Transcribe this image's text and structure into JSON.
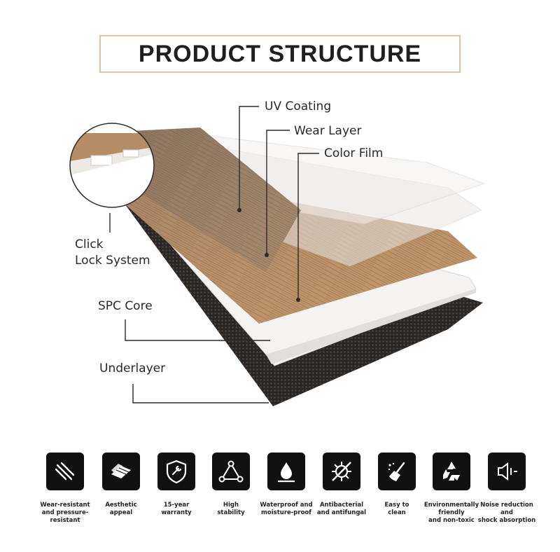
{
  "title": "PRODUCT STRUCTURE",
  "layers": {
    "uv_coating": "UV Coating",
    "wear_layer": "Wear Layer",
    "color_film": "Color Film",
    "click_lock_line1": "Click",
    "click_lock_line2": "Lock System",
    "spc_core": "SPC Core",
    "underlayer": "Underlayer"
  },
  "features": [
    {
      "icon": "scratch-marks-icon",
      "caption": "Wear-resistant\nand pressure-resistant"
    },
    {
      "icon": "planks-icon",
      "caption": "Aesthetic\nappeal"
    },
    {
      "icon": "shield-wrench-icon",
      "caption": "15-year\nwarranty"
    },
    {
      "icon": "triangle-nodes-icon",
      "caption": "High\nstability"
    },
    {
      "icon": "water-drop-icon",
      "caption": "Waterproof and\nmoisture-proof"
    },
    {
      "icon": "no-bacteria-icon",
      "caption": "Antibacterial\nand antifungal"
    },
    {
      "icon": "broom-icon",
      "caption": "Easy to\nclean"
    },
    {
      "icon": "recycle-icon",
      "caption": "Environmentally\nfriendly\nand non-toxic"
    },
    {
      "icon": "speaker-mute-icon",
      "caption": "Noise reduction and\nshock absorption"
    }
  ],
  "colors": {
    "title_border": "#d9c8a8",
    "icon_bg": "#111111",
    "wood_light": "#b48a60",
    "wood_dark": "#7a5a40",
    "underlayer": "#2a2623"
  }
}
